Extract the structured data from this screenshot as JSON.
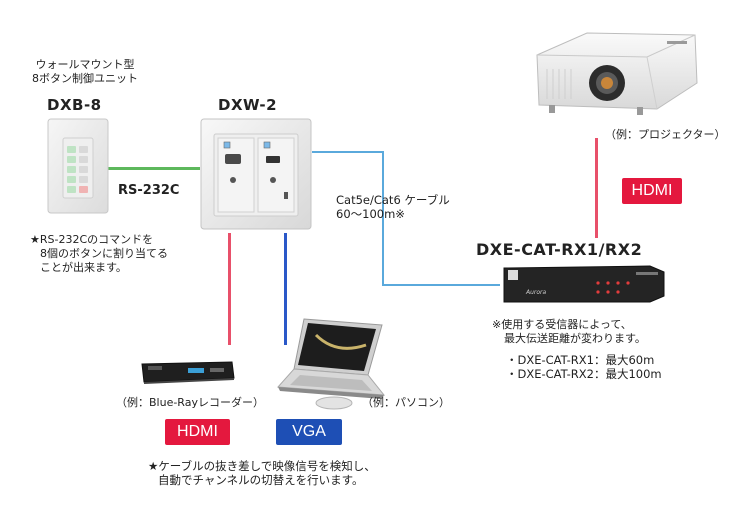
{
  "dxb8": {
    "caption_line1": "ウォールマウント型",
    "caption_line2": "8ボタン制御ユニット",
    "title": "DXB-8",
    "note_line1": "★RS-232Cのコマンドを",
    "note_line2": "8個のボタンに割り当てる",
    "note_line3": "ことが出来ます。"
  },
  "dxw2": {
    "title": "DXW-2"
  },
  "rs232_label": "RS-232C",
  "cable_label_line1": "Cat5e/Cat6 ケーブル",
  "cable_label_line2": "60～100m※",
  "projector": {
    "caption": "（例：プロジェクター）",
    "badge": "HDMI"
  },
  "receiver": {
    "title": "DXE-CAT-RX1/RX2",
    "device_logo": "Aurora",
    "note_line1": "※使用する受信器によって、",
    "note_line2": "最大伝送距離が変わります。",
    "spec_1": "・DXE-CAT-RX1：最大60m",
    "spec_2": "・DXE-CAT-RX2：最大100m"
  },
  "bluray": {
    "caption": "（例：Blue-Rayレコーダー）",
    "badge": "HDMI"
  },
  "pc": {
    "caption": "（例：パソコン）",
    "badge": "VGA"
  },
  "bottom_note_line1": "★ケーブルの抜き差しで映像信号を検知し、",
  "bottom_note_line2": "自動でチャンネルの切替えを行います。",
  "colors": {
    "rs232_wire": "#5db85c",
    "cat_wire": "#5aa9dc",
    "hdmi_wire": "#e8506a",
    "vga_wire": "#2a58c8",
    "hdmi_badge": "#e4183e",
    "vga_badge": "#1e4fb5"
  }
}
